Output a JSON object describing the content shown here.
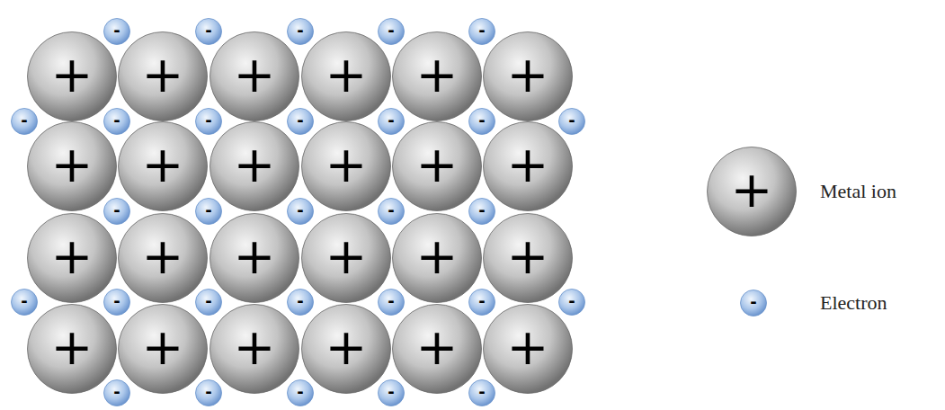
{
  "diagram": {
    "nodes": [
      {
        "text": [
          "-"
        ]
      },
      {
        "text": [
          "-"
        ]
      },
      {
        "text": [
          "-"
        ]
      },
      {
        "text": [
          "-"
        ]
      },
      {
        "text": [
          "-"
        ]
      },
      {
        "text": [
          "+"
        ]
      },
      {
        "text": [
          "+"
        ]
      },
      {
        "text": [
          "+"
        ]
      },
      {
        "text": [
          "+"
        ]
      },
      {
        "text": [
          "+"
        ]
      },
      {
        "text": [
          "+"
        ]
      },
      {
        "text": [
          "-"
        ]
      },
      {
        "text": [
          "-"
        ]
      },
      {
        "text": [
          "-"
        ]
      },
      {
        "text": [
          "-"
        ]
      },
      {
        "text": [
          "-"
        ]
      },
      {
        "text": [
          "-"
        ]
      },
      {
        "text": [
          "-"
        ]
      },
      {
        "text": [
          "+"
        ]
      },
      {
        "text": [
          "+"
        ]
      },
      {
        "text": [
          "+"
        ]
      },
      {
        "text": [
          "+"
        ]
      },
      {
        "text": [
          "+"
        ]
      },
      {
        "text": [
          "+"
        ]
      },
      {
        "text": [
          "-"
        ]
      },
      {
        "text": [
          "-"
        ]
      },
      {
        "text": [
          "-"
        ]
      },
      {
        "text": [
          "-"
        ]
      },
      {
        "text": [
          "-"
        ]
      },
      {
        "text": [
          "+"
        ]
      },
      {
        "text": [
          "+"
        ]
      },
      {
        "text": [
          "+"
        ]
      },
      {
        "text": [
          "+"
        ]
      },
      {
        "text": [
          "+"
        ]
      },
      {
        "text": [
          "+"
        ]
      },
      {
        "text": [
          "-"
        ]
      },
      {
        "text": [
          "-"
        ]
      },
      {
        "text": [
          "-"
        ]
      },
      {
        "text": [
          "-"
        ]
      },
      {
        "text": [
          "-"
        ]
      },
      {
        "text": [
          "-"
        ]
      },
      {
        "text": [
          "-"
        ]
      },
      {
        "text": [
          "+"
        ]
      },
      {
        "text": [
          "+"
        ]
      },
      {
        "text": [
          "+"
        ]
      },
      {
        "text": [
          "+"
        ]
      },
      {
        "text": [
          "+"
        ]
      },
      {
        "text": [
          "+"
        ]
      },
      {
        "text": [
          "-"
        ]
      },
      {
        "text": [
          "-"
        ]
      },
      {
        "text": [
          "-"
        ]
      },
      {
        "text": [
          "-"
        ]
      },
      {
        "text": [
          "-"
        ]
      },
      {
        "text": [
          "+"
        ]
      },
      {
        "text": [
          "-"
        ]
      }
    ],
    "legend": [
      {
        "text": "Metal ion"
      },
      {
        "text": "Electron"
      }
    ]
  }
}
